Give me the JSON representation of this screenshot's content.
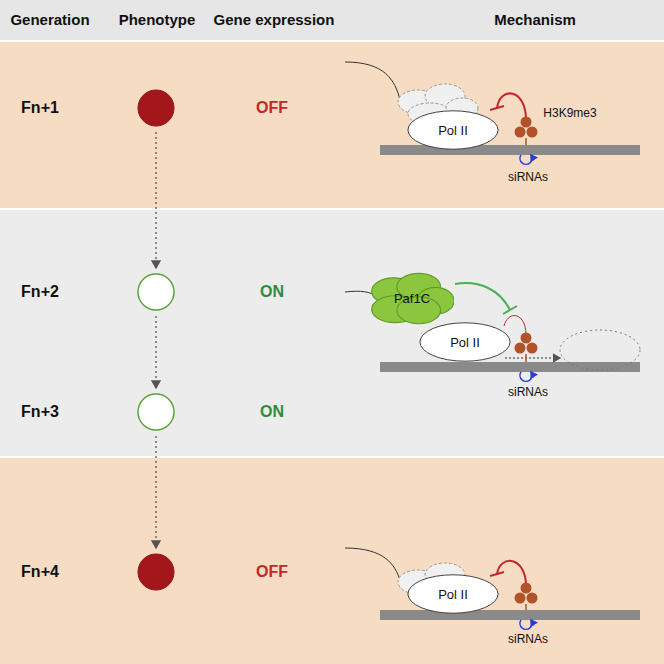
{
  "diagram": {
    "nodes": [
      {
        "text": [
          "Pol II"
        ]
      },
      {
        "text": [
          "Paf1C"
        ]
      },
      {
        "text": [
          "Pol II"
        ]
      },
      {
        "text": [
          "Pol II"
        ]
      }
    ],
    "labels": [
      "Generation",
      "Phenotype",
      "Gene expression",
      "Mechanism",
      "Fn+1",
      "OFF",
      "H3K9me3",
      "siRNAs",
      "Fn+2",
      "ON",
      "siRNAs",
      "Fn+3",
      "ON",
      "Fn+4",
      "OFF",
      "siRNAs"
    ]
  }
}
